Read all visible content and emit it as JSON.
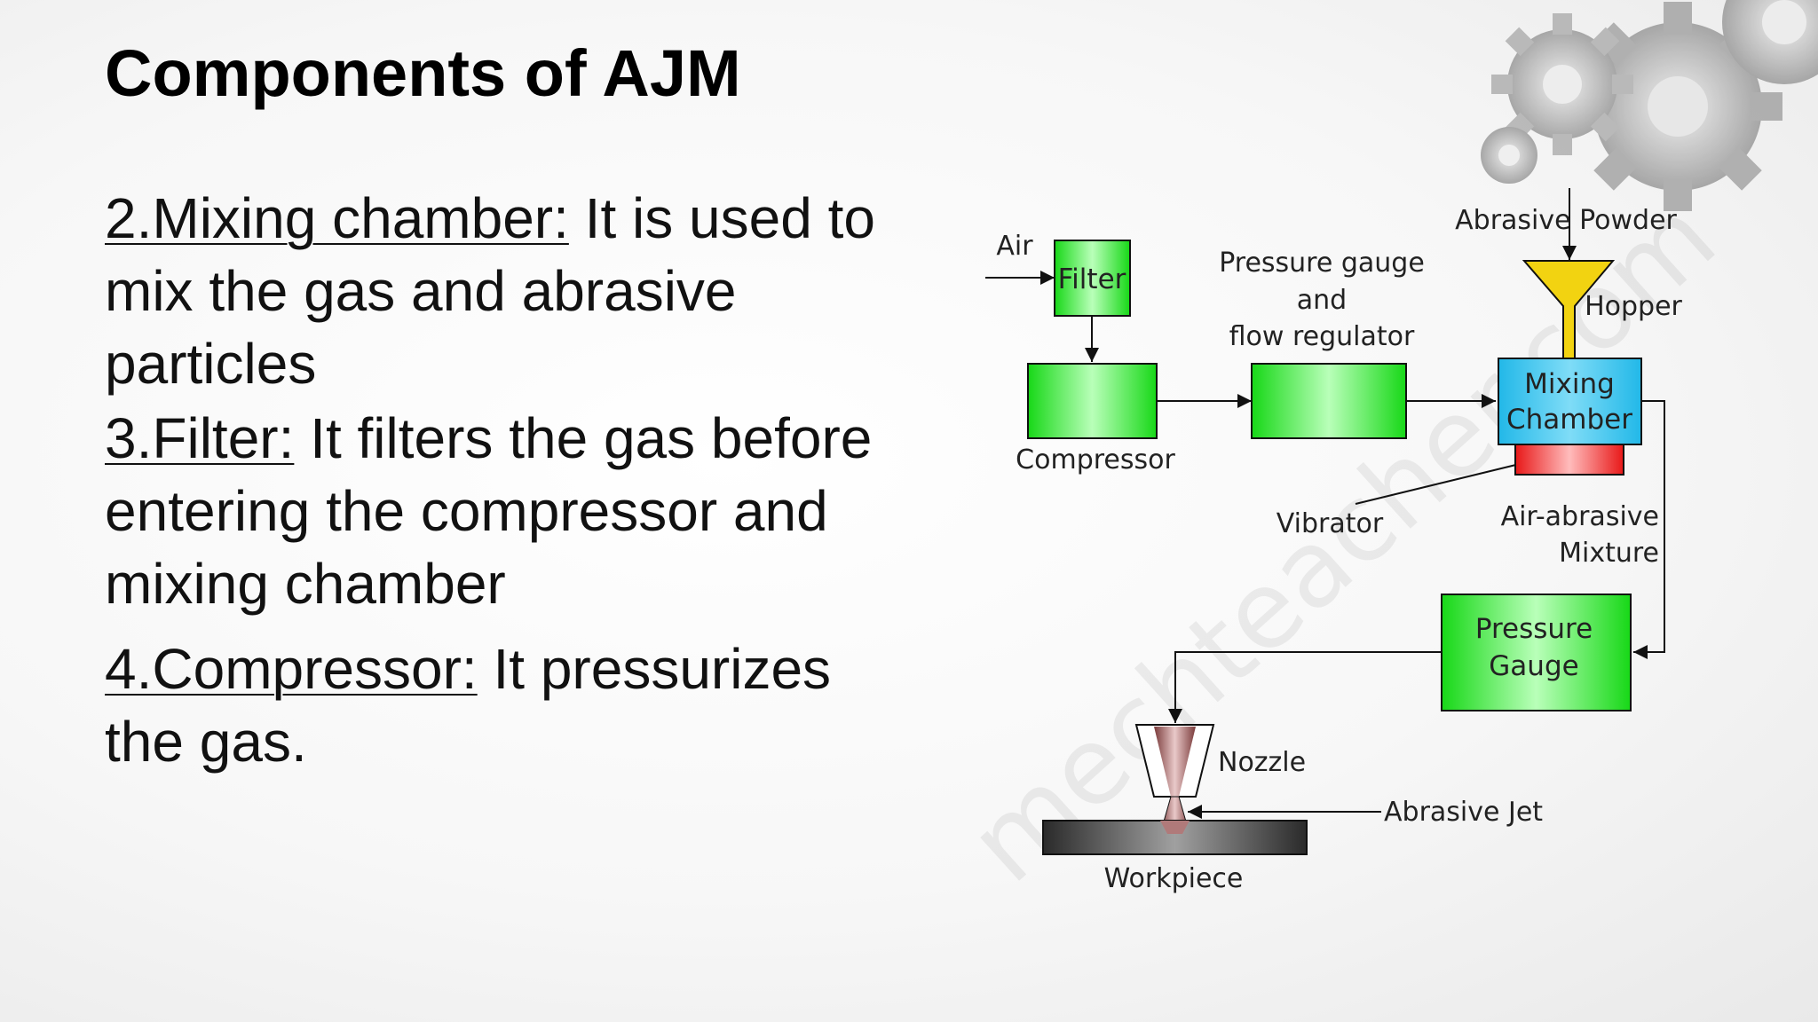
{
  "slide": {
    "title": "Components of AJM",
    "items": [
      {
        "term": "2.Mixing chamber:",
        "text": " It is used to mix the gas and abrasive particles"
      },
      {
        "term": "3.Filter:",
        "text": " It filters the gas before entering the compressor and mixing chamber"
      },
      {
        "term": "4.Compressor:",
        "text": " It pressurizes the gas."
      }
    ]
  },
  "diagram": {
    "labels": {
      "air": "Air",
      "filter": "Filter",
      "compressor": "Compressor",
      "pressure_gauge_regulator": [
        "Pressure gauge",
        "and",
        "flow regulator"
      ],
      "abrasive_powder": "Abrasive Powder",
      "hopper": "Hopper",
      "mixing_chamber": [
        "Mixing",
        "Chamber"
      ],
      "vibrator": "Vibrator",
      "air_abrasive_mixture": [
        "Air-abrasive",
        "Mixture"
      ],
      "pressure_gauge": [
        "Pressure",
        "Gauge"
      ],
      "nozzle": "Nozzle",
      "abrasive_jet": "Abrasive Jet",
      "workpiece": "Workpiece"
    },
    "watermark": "mechteacher.com",
    "colors": {
      "green": "#22e622",
      "mixing_chamber": "#33c8ee",
      "vibrator": "#ee2222",
      "hopper": "#f2d311",
      "nozzle": "#8a4a4a",
      "workpiece": "#333333"
    }
  }
}
